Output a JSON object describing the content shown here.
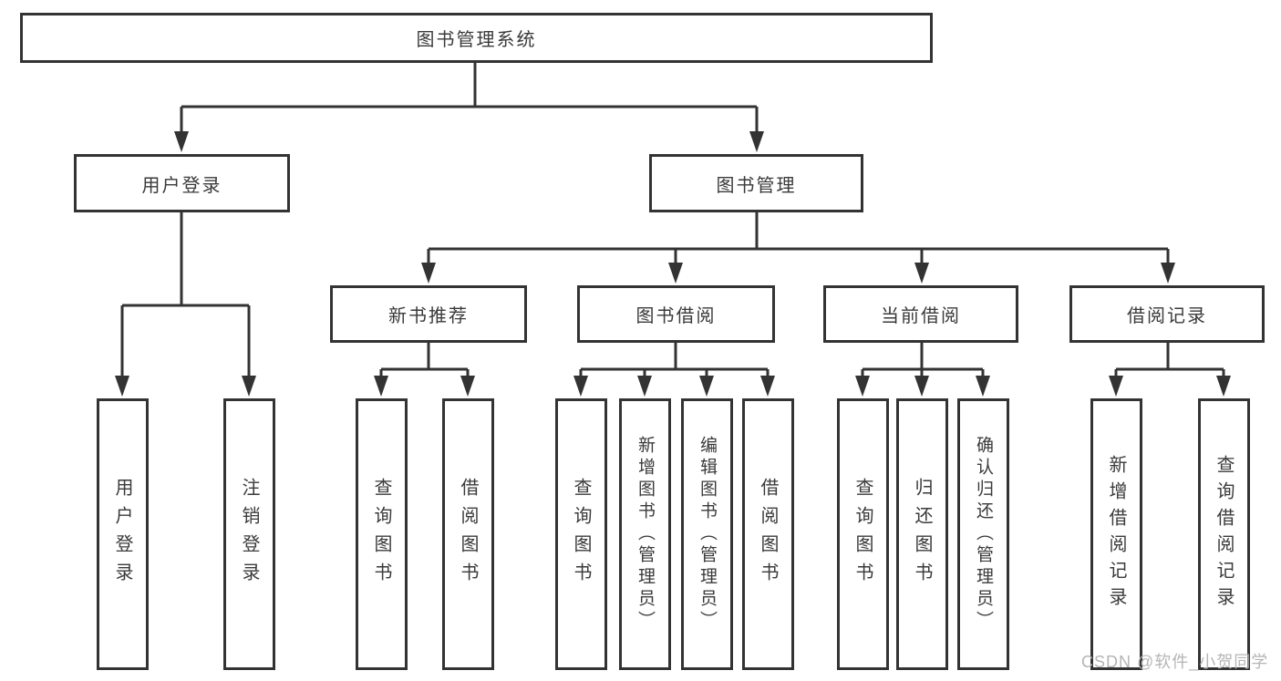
{
  "diagram": {
    "type": "tree",
    "root": {
      "label": "图书管理系统"
    },
    "level1": [
      {
        "label": "用户登录"
      },
      {
        "label": "图书管理"
      }
    ],
    "level2": [
      {
        "label": "新书推荐",
        "parent": "图书管理"
      },
      {
        "label": "图书借阅",
        "parent": "图书管理"
      },
      {
        "label": "当前借阅",
        "parent": "图书管理"
      },
      {
        "label": "借阅记录",
        "parent": "图书管理"
      }
    ],
    "leaves": [
      {
        "label": "用户登录",
        "parent": "用户登录"
      },
      {
        "label": "注销登录",
        "parent": "用户登录"
      },
      {
        "label": "查询图书",
        "parent": "新书推荐"
      },
      {
        "label": "借阅图书",
        "parent": "新书推荐"
      },
      {
        "label": "查询图书",
        "parent": "图书借阅"
      },
      {
        "label": "新增图书（管理员）",
        "parent": "图书借阅"
      },
      {
        "label": "编辑图书（管理员）",
        "parent": "图书借阅"
      },
      {
        "label": "借阅图书",
        "parent": "图书借阅"
      },
      {
        "label": "查询图书",
        "parent": "当前借阅"
      },
      {
        "label": "归还图书",
        "parent": "当前借阅"
      },
      {
        "label": "确认归还（管理员）",
        "parent": "当前借阅"
      },
      {
        "label": "新增借阅记录",
        "parent": "借阅记录"
      },
      {
        "label": "查询借阅记录",
        "parent": "借阅记录"
      }
    ]
  },
  "colors": {
    "line": "#333333",
    "text": "#3a3a3a",
    "background": "#ffffff",
    "watermark": "#b5b5b5"
  },
  "watermark": {
    "text": "CSDN @软件_小贺同学"
  }
}
